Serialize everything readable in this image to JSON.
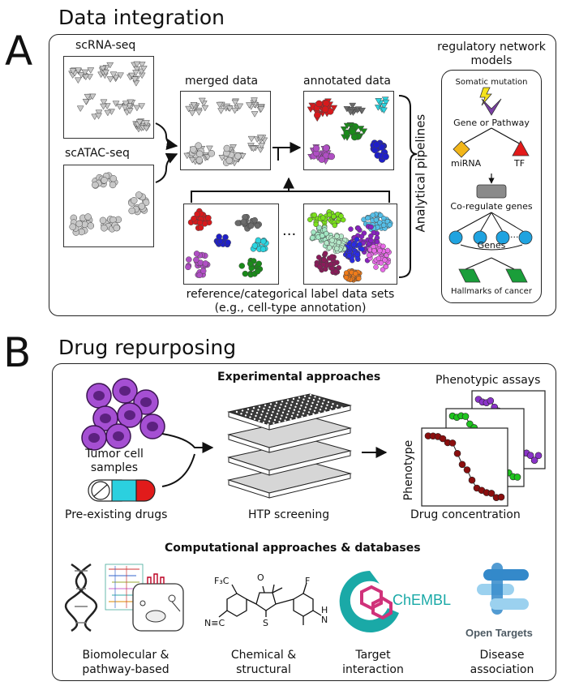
{
  "panel_a": {
    "letter": "A",
    "title": "Data integration",
    "scrna_label": "scRNA-seq",
    "scatac_label": "scATAC-seq",
    "merged_label": "merged data",
    "annotated_label": "annotated data",
    "ellipsis": "···",
    "reference_label_line1": "reference/categorical label data sets",
    "reference_label_line2": "(e.g., cell-type annotation)",
    "pipelines_label": "Analytical pipelines",
    "network": {
      "title_line1": "regulatory network",
      "title_line2": "models",
      "somatic_mutation": "Somatic mutation",
      "gene_or_pathway": "Gene or Pathway",
      "mirna": "miRNA",
      "tf": "TF",
      "coregulate": "Co-regulate genes",
      "genes": "Genes",
      "dots": "...",
      "hallmarks": "Hallmarks of cancer"
    },
    "cluster_colors": {
      "red": "#d7191c",
      "gray": "#6b6b6b",
      "cyan": "#2ad4e0",
      "green": "#1a8a1a",
      "purple": "#b04fc4",
      "blue": "#1f1fc8"
    }
  },
  "panel_b": {
    "letter": "B",
    "title": "Drug repurposing",
    "experimental_heading": "Experimental approaches",
    "tumor_label_line1": "Tumor cell",
    "tumor_label_line2": "samples",
    "drugs_label": "Pre-existing drugs",
    "htp_label": "HTP screening",
    "assays_label": "Phenotypic assays",
    "phenotype_axis": "Phenotype",
    "concentration_axis": "Drug concentration",
    "computational_heading": "Computational approaches & databases",
    "items": [
      {
        "line1": "Biomolecular &",
        "line2": "pathway-based"
      },
      {
        "line1": "Chemical &",
        "line2": "structural"
      },
      {
        "line1": "Target",
        "line2": "interaction"
      },
      {
        "line1": "Disease",
        "line2": "association"
      }
    ],
    "chembl_text": "ChEMBL",
    "open_targets_text": "Open Targets",
    "molecule_labels": {
      "o": "O",
      "s": "S",
      "f": "F",
      "h": "H",
      "n": "N",
      "f3c": "F₃C",
      "nc": "N≡C"
    }
  }
}
